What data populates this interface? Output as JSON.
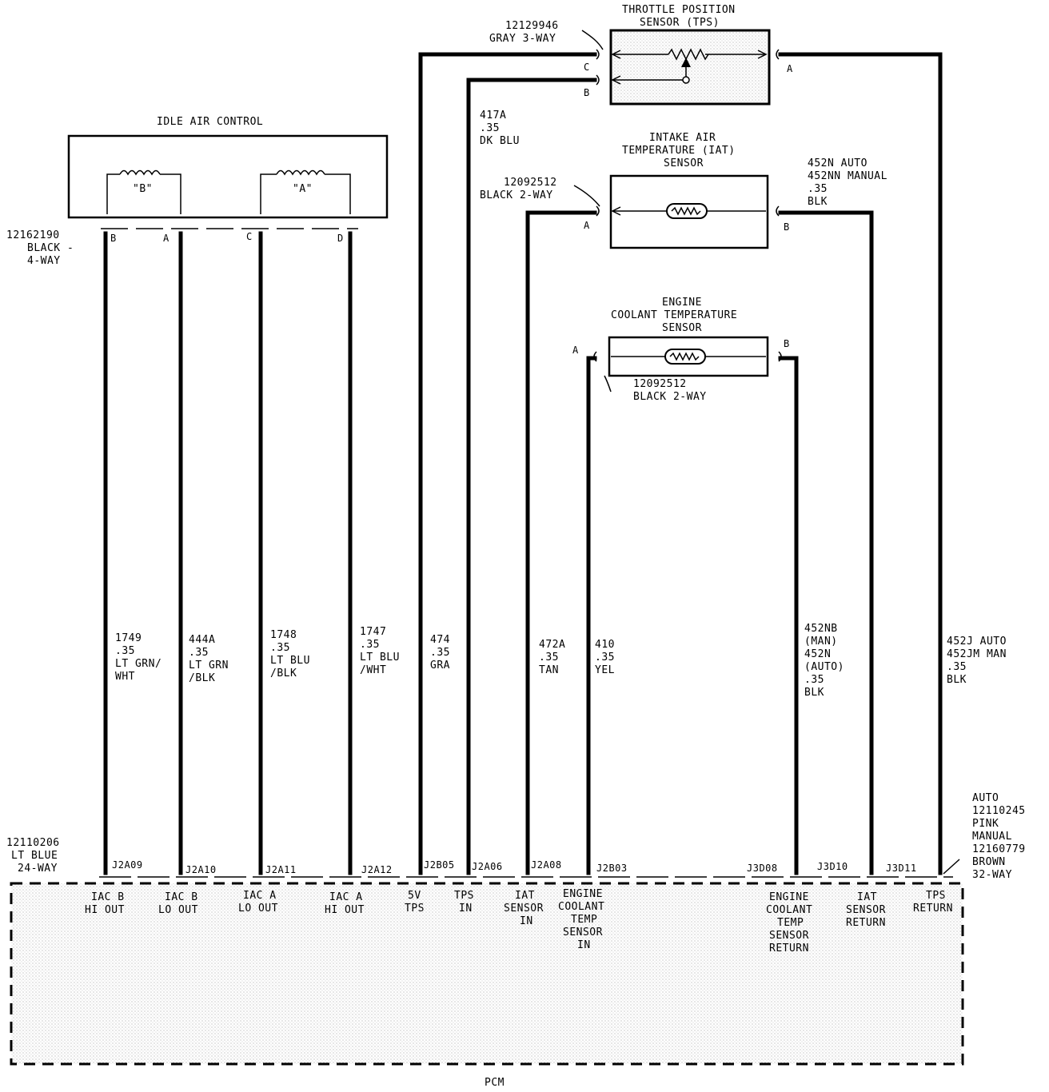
{
  "components": {
    "tps": {
      "title_line1": "THROTTLE POSITION",
      "title_line2": "SENSOR (TPS)",
      "connector_part": "12129946",
      "connector_desc": "GRAY 3-WAY"
    },
    "iac": {
      "title": "IDLE AIR CONTROL",
      "coil_b": "\"B\"",
      "coil_a": "\"A\"",
      "connector_part": "12162190",
      "connector_desc_1": "BLACK -",
      "connector_desc_2": "4-WAY"
    },
    "iat": {
      "title_line1": "INTAKE AIR",
      "title_line2": "TEMPERATURE (IAT)",
      "title_line3": "SENSOR",
      "connector_part": "12092512",
      "connector_desc": "BLACK 2-WAY"
    },
    "ect": {
      "title_line1": "ENGINE",
      "title_line2": "COOLANT TEMPERATURE",
      "title_line3": "SENSOR",
      "connector_part": "12092512",
      "connector_desc": "BLACK 2-WAY"
    },
    "pcm": {
      "title": "PCM",
      "left_part": "12110206",
      "left_desc_1": "LT BLUE",
      "left_desc_2": "24-WAY",
      "right_line1": "AUTO",
      "right_line2": "12110245",
      "right_line3": "PINK",
      "right_line4": "MANUAL",
      "right_line5": "12160779",
      "right_line6": "BROWN",
      "right_line7": "32-WAY"
    }
  },
  "pin_letters": {
    "tps_c": "C",
    "tps_b": "B",
    "tps_a": "A",
    "iac_b": "B",
    "iac_a": "A",
    "iac_c": "C",
    "iac_d": "D",
    "iat_a": "A",
    "iat_b": "B",
    "ect_a": "A",
    "ect_b": "B"
  },
  "wires": [
    {
      "circuit": "1749",
      "gauge": ".35",
      "color_1": "LT GRN/",
      "color_2": "WHT",
      "pcm_pin": "J2A09",
      "func_1": "IAC B",
      "func_2": "HI OUT"
    },
    {
      "circuit": "444A",
      "gauge": ".35",
      "color_1": "LT GRN",
      "color_2": "/BLK",
      "pcm_pin": "J2A10",
      "func_1": "IAC B",
      "func_2": "LO OUT"
    },
    {
      "circuit": "1748",
      "gauge": ".35",
      "color_1": "LT BLU",
      "color_2": "/BLK",
      "pcm_pin": "J2A11",
      "func_1": "IAC A",
      "func_2": "LO OUT"
    },
    {
      "circuit": "1747",
      "gauge": ".35",
      "color_1": "LT BLU",
      "color_2": "/WHT",
      "pcm_pin": "J2A12",
      "func_1": "IAC A",
      "func_2": "HI OUT"
    },
    {
      "circuit": "474",
      "gauge": ".35",
      "color_1": "GRA",
      "pcm_pin": "J2B05",
      "func_1": "5V",
      "func_2": "TPS"
    },
    {
      "circuit": "417A",
      "gauge": ".35",
      "color_1": "DK BLU",
      "pcm_pin": "J2A06",
      "func_1": "TPS",
      "func_2": "IN"
    },
    {
      "circuit": "472A",
      "gauge": ".35",
      "color_1": "TAN",
      "pcm_pin": "J2A08",
      "func_1": "IAT",
      "func_2": "SENSOR",
      "func_3": "IN"
    },
    {
      "circuit": "410",
      "gauge": ".35",
      "color_1": "YEL",
      "pcm_pin": "J2B03",
      "func_1": "ENGINE",
      "func_2": "COOLANT",
      "func_3": "TEMP",
      "func_4": "SENSOR",
      "func_5": "IN"
    },
    {
      "circuit_1": "452NB",
      "circuit_1_note": "(MAN)",
      "circuit_2": "452N",
      "circuit_2_note": "(AUTO)",
      "gauge": ".35",
      "color_1": "BLK",
      "pcm_pin": "J3D08",
      "func_1": "ENGINE",
      "func_2": "COOLANT",
      "func_3": "TEMP",
      "func_4": "SENSOR",
      "func_5": "RETURN"
    },
    {
      "circuit_1": "452N AUTO",
      "circuit_2": "452NN MANUAL",
      "gauge": ".35",
      "color_1": "BLK",
      "pcm_pin": "J3D10",
      "func_1": "IAT",
      "func_2": "SENSOR",
      "func_3": "RETURN"
    },
    {
      "circuit_1": "452J AUTO",
      "circuit_2": "452JM MAN",
      "gauge": ".35",
      "color_1": "BLK",
      "pcm_pin": "J3D11",
      "func_1": "TPS",
      "func_2": "RETURN"
    }
  ]
}
